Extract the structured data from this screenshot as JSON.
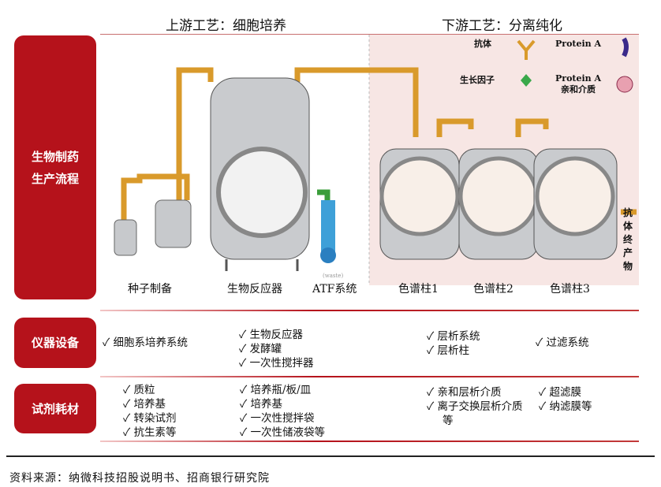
{
  "titles": {
    "upstream": "上游工艺：细胞培养",
    "downstream": "下游工艺：分离纯化"
  },
  "side_labels": {
    "process": "生物制药 生产流程",
    "equipment": "仪器设备",
    "reagents": "试剂耗材"
  },
  "legend": {
    "antibody": "抗体",
    "protein_a": "Protein A",
    "growth_factor": "生长因子",
    "protein_a_affinity_line1": "Protein A",
    "protein_a_affinity_line2": "亲和介质"
  },
  "stage_labels": [
    "种子制备",
    "生物反应器",
    "ATF系统",
    "色谱柱1",
    "色谱柱2",
    "色谱柱3"
  ],
  "waste": "(waste)",
  "final_product": "抗体终产物",
  "equipment": {
    "col1": [
      "细胞系培养系统"
    ],
    "col2": [
      "生物反应器",
      "发酵罐",
      "一次性搅拌器"
    ],
    "col3": [
      "层析系统",
      "层析柱"
    ],
    "col4": [
      "过滤系统"
    ]
  },
  "reagents": {
    "col1": [
      "质粒",
      "培养基",
      "转染试剂",
      "抗生素等"
    ],
    "col2": [
      "培养瓶/板/皿",
      "培养基",
      "一次性搅拌袋",
      "一次性储液袋等"
    ],
    "col3": [
      "亲和层析介质",
      "离子交换层析介质等"
    ],
    "col4": [
      "超滤膜",
      "纳滤膜等"
    ]
  },
  "source": "资料来源：纳微科技招股说明书、招商银行研究院",
  "colors": {
    "accent": "#b5121b",
    "pipe": "#d99a2b",
    "pink_bg": "#f7e6e4"
  }
}
